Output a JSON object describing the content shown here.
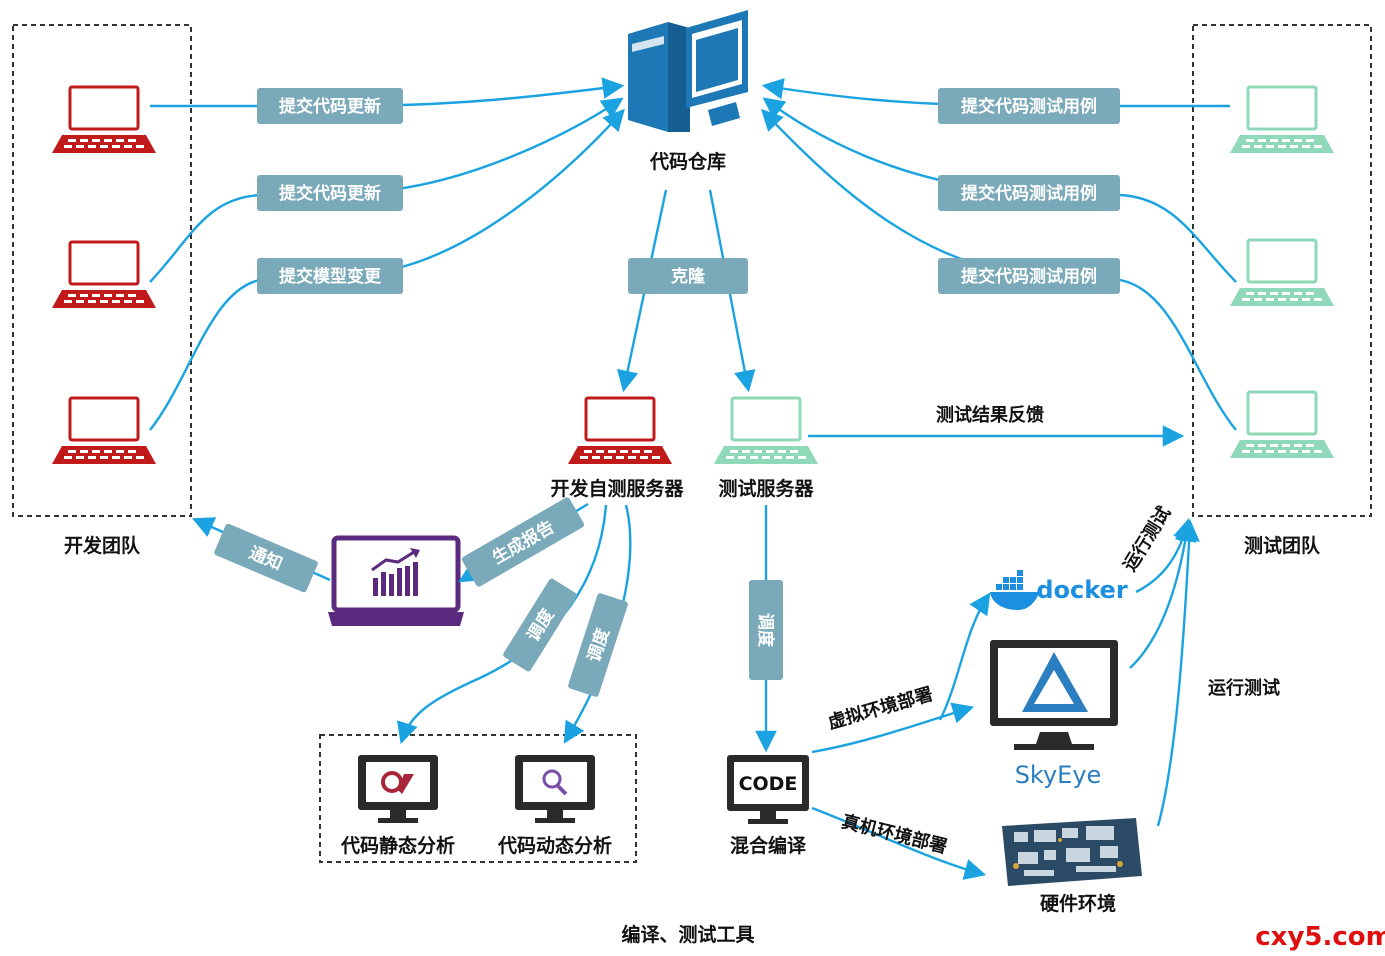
{
  "colors": {
    "arrow": "#1aa3e0",
    "tag_bg": "#7aa9b9",
    "dev_laptop": "#c01a1a",
    "test_laptop": "#8fd8b8",
    "repo": "#1e78b6",
    "report": "#5a2a7e",
    "monitor": "#2a2a2a",
    "skyeye_text": "#2a7fc0",
    "docker": "#1d8fe0",
    "watermark": "#e01010"
  },
  "repo": {
    "label": "代码仓库",
    "icon": "server-pc-icon"
  },
  "dev_team": {
    "label": "开发团队"
  },
  "test_team": {
    "label": "测试团队"
  },
  "dev_tags": [
    "提交代码更新",
    "提交代码更新",
    "提交模型变更"
  ],
  "test_tags": [
    "提交代码测试用例",
    "提交代码测试用例",
    "提交代码测试用例"
  ],
  "clone_tag": "克隆",
  "dev_server": {
    "label": "开发自测服务器"
  },
  "test_server": {
    "label": "测试服务器"
  },
  "feedback": "测试结果反馈",
  "notify_tag": "通知",
  "report_tag": "生成报告",
  "schedule_tags": [
    "调度",
    "调度",
    "调度"
  ],
  "static_analysis": "代码静态分析",
  "dynamic_analysis": "代码动态分析",
  "code_box": "CODE",
  "compile": "混合编译",
  "virtual_deploy": "虚拟环境部署",
  "real_deploy": "真机环境部署",
  "docker": "docker",
  "skyeye": "SkyEye",
  "hardware": "硬件环境",
  "run_test_1": "运行测试",
  "run_test_2": "运行测试",
  "tools_title": "编译、测试工具",
  "watermark": "cxy5.com"
}
